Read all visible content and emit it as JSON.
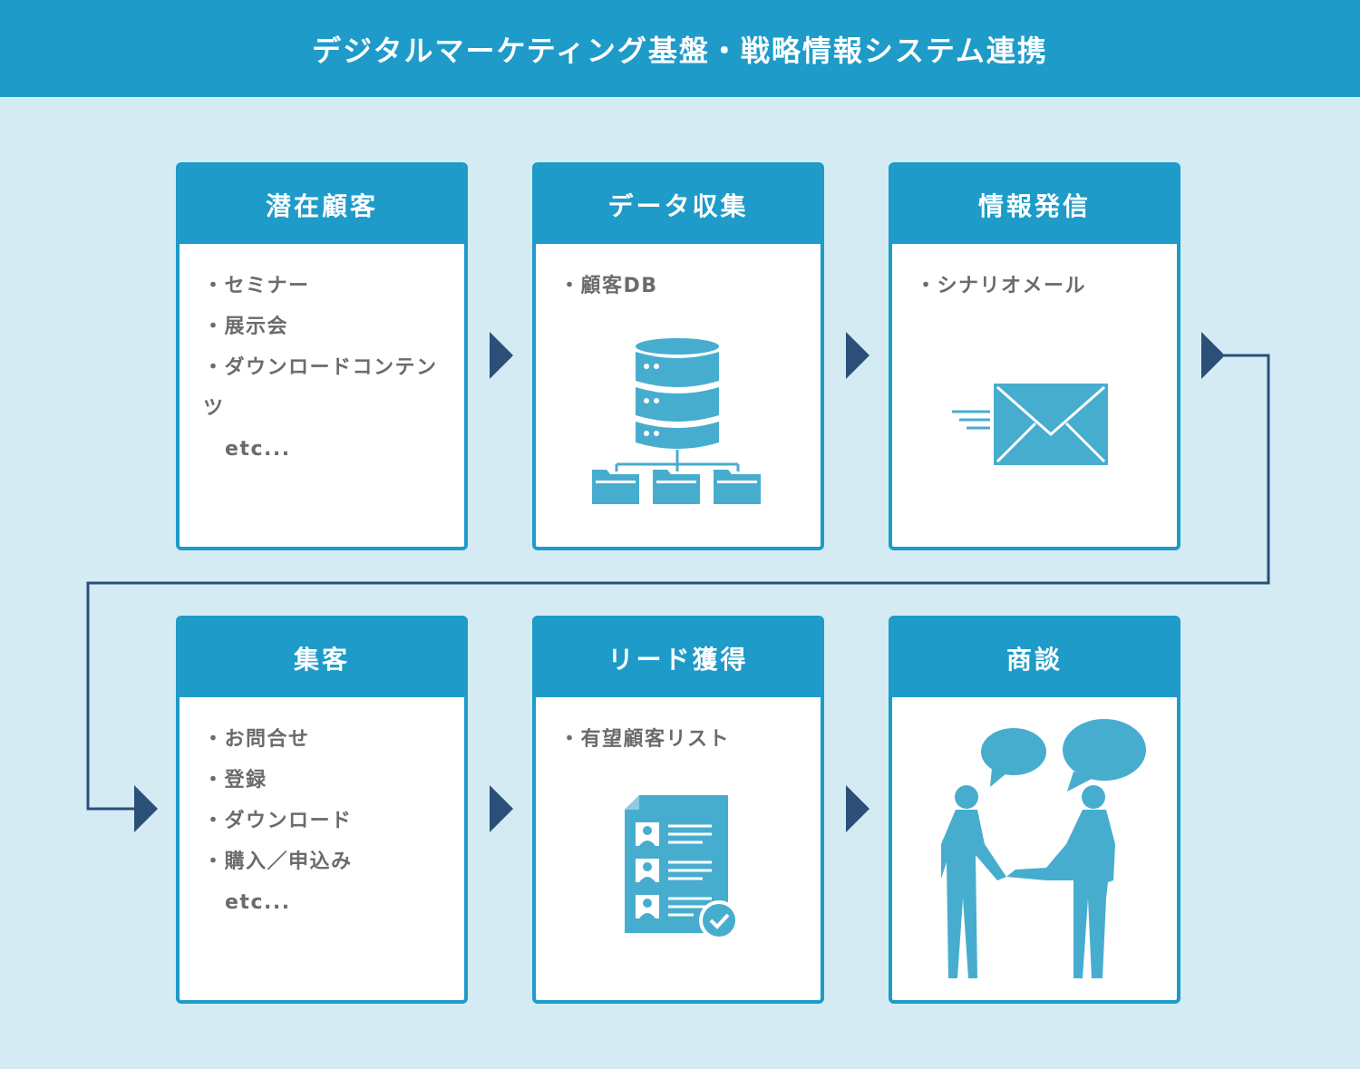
{
  "title": "デジタルマーケティング基盤・戦略情報システム連携",
  "colors": {
    "header": "#1e9bc8",
    "background": "#d4ebf4",
    "icon": "#47adcf",
    "arrow": "#2c4f79",
    "text": "#6b6b6b"
  },
  "steps": [
    {
      "id": "step-1",
      "title": "潜在顧客",
      "items": [
        "セミナー",
        "展示会",
        "ダウンロードコンテンツ"
      ],
      "extra": "etc...",
      "icon": "none"
    },
    {
      "id": "step-2",
      "title": "データ収集",
      "items": [
        "顧客DB"
      ],
      "extra": "",
      "icon": "database-icon"
    },
    {
      "id": "step-3",
      "title": "情報発信",
      "items": [
        "シナリオメール"
      ],
      "extra": "",
      "icon": "mail-icon"
    },
    {
      "id": "step-4",
      "title": "集客",
      "items": [
        "お問合せ",
        "登録",
        "ダウンロード",
        "購入／申込み"
      ],
      "extra": "etc...",
      "icon": "none"
    },
    {
      "id": "step-5",
      "title": "リード獲得",
      "items": [
        "有望顧客リスト"
      ],
      "extra": "",
      "icon": "customer-list-icon"
    },
    {
      "id": "step-6",
      "title": "商談",
      "items": [],
      "extra": "",
      "icon": "handshake-icon"
    }
  ]
}
